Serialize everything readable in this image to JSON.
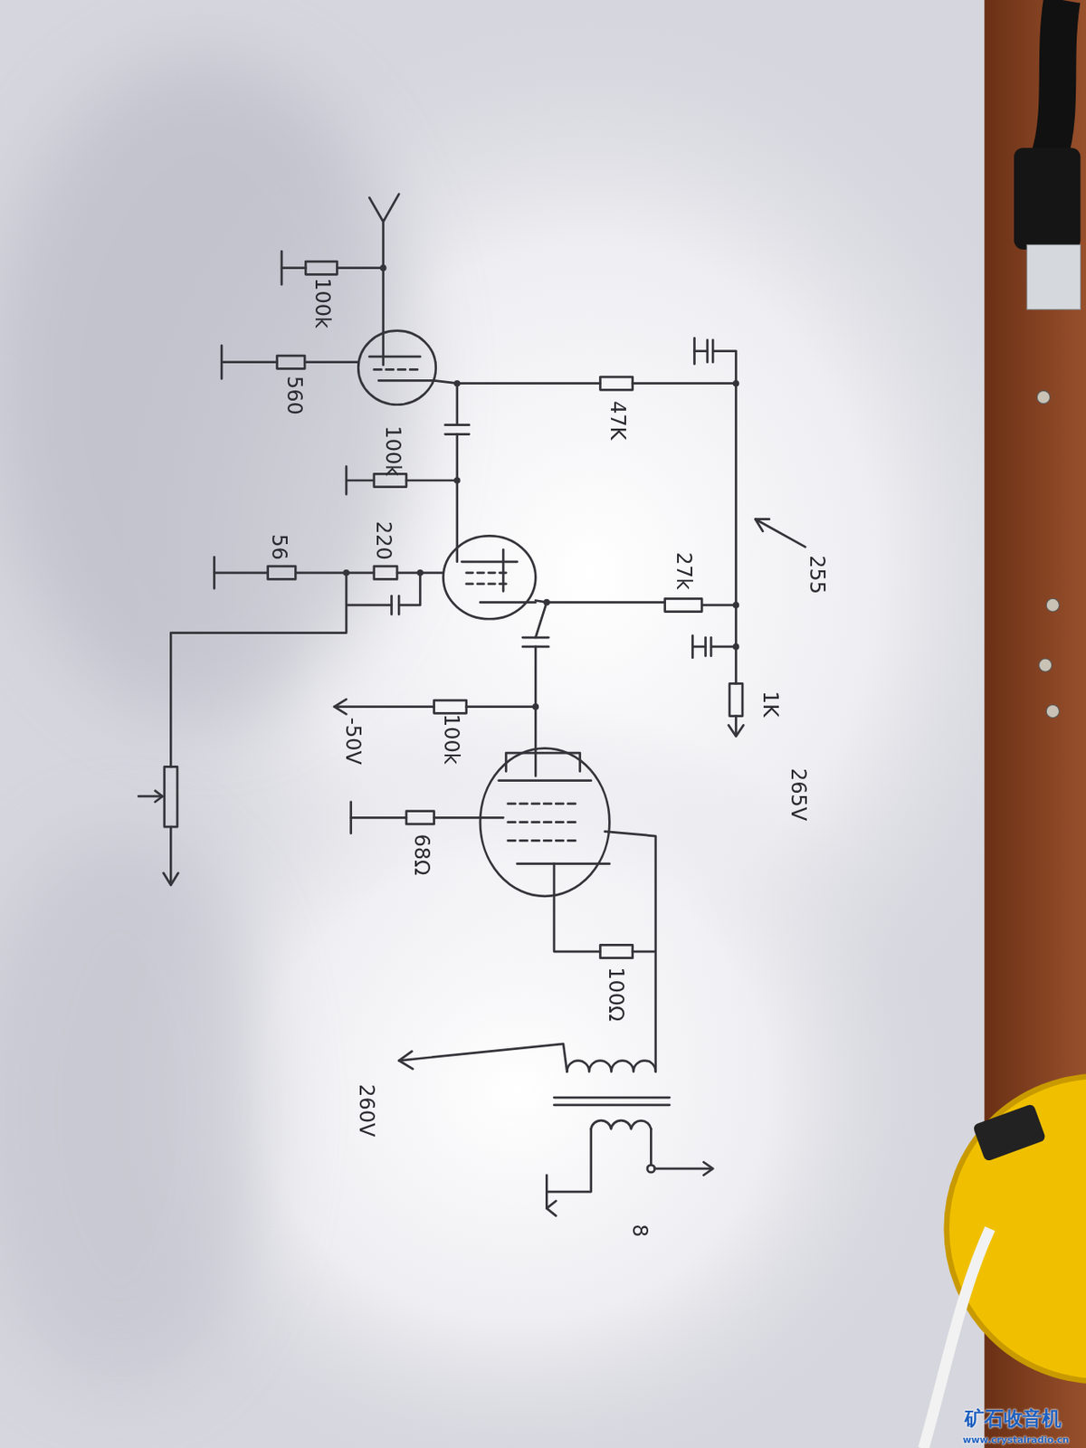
{
  "diagram": {
    "labels": [
      "100k",
      "560",
      "47K",
      "100k",
      "220",
      "56",
      "27k",
      "255",
      "1K",
      "265V",
      "100k",
      "-50V",
      "68Ω",
      "100Ω",
      "260V",
      "8",
      "矿石收音机",
      "www.crystalradio.cn"
    ]
  }
}
